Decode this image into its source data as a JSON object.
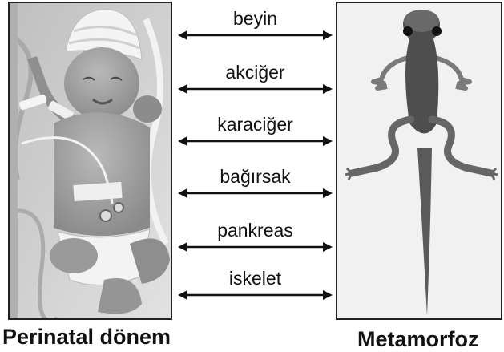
{
  "organs": [
    {
      "label": "beyin"
    },
    {
      "label": "akciğer"
    },
    {
      "label": "karaciğer"
    },
    {
      "label": "bağırsak"
    },
    {
      "label": "pankreas"
    },
    {
      "label": "iskelet"
    }
  ],
  "captions": {
    "left": "Perinatal dönem",
    "right": "Metamorfoz"
  },
  "images": {
    "left": "newborn-infant-photo",
    "right": "tadpole-metamorphosis-photo"
  },
  "colors": {
    "text": "#111111",
    "arrow": "#111111",
    "frame": "#222222"
  }
}
